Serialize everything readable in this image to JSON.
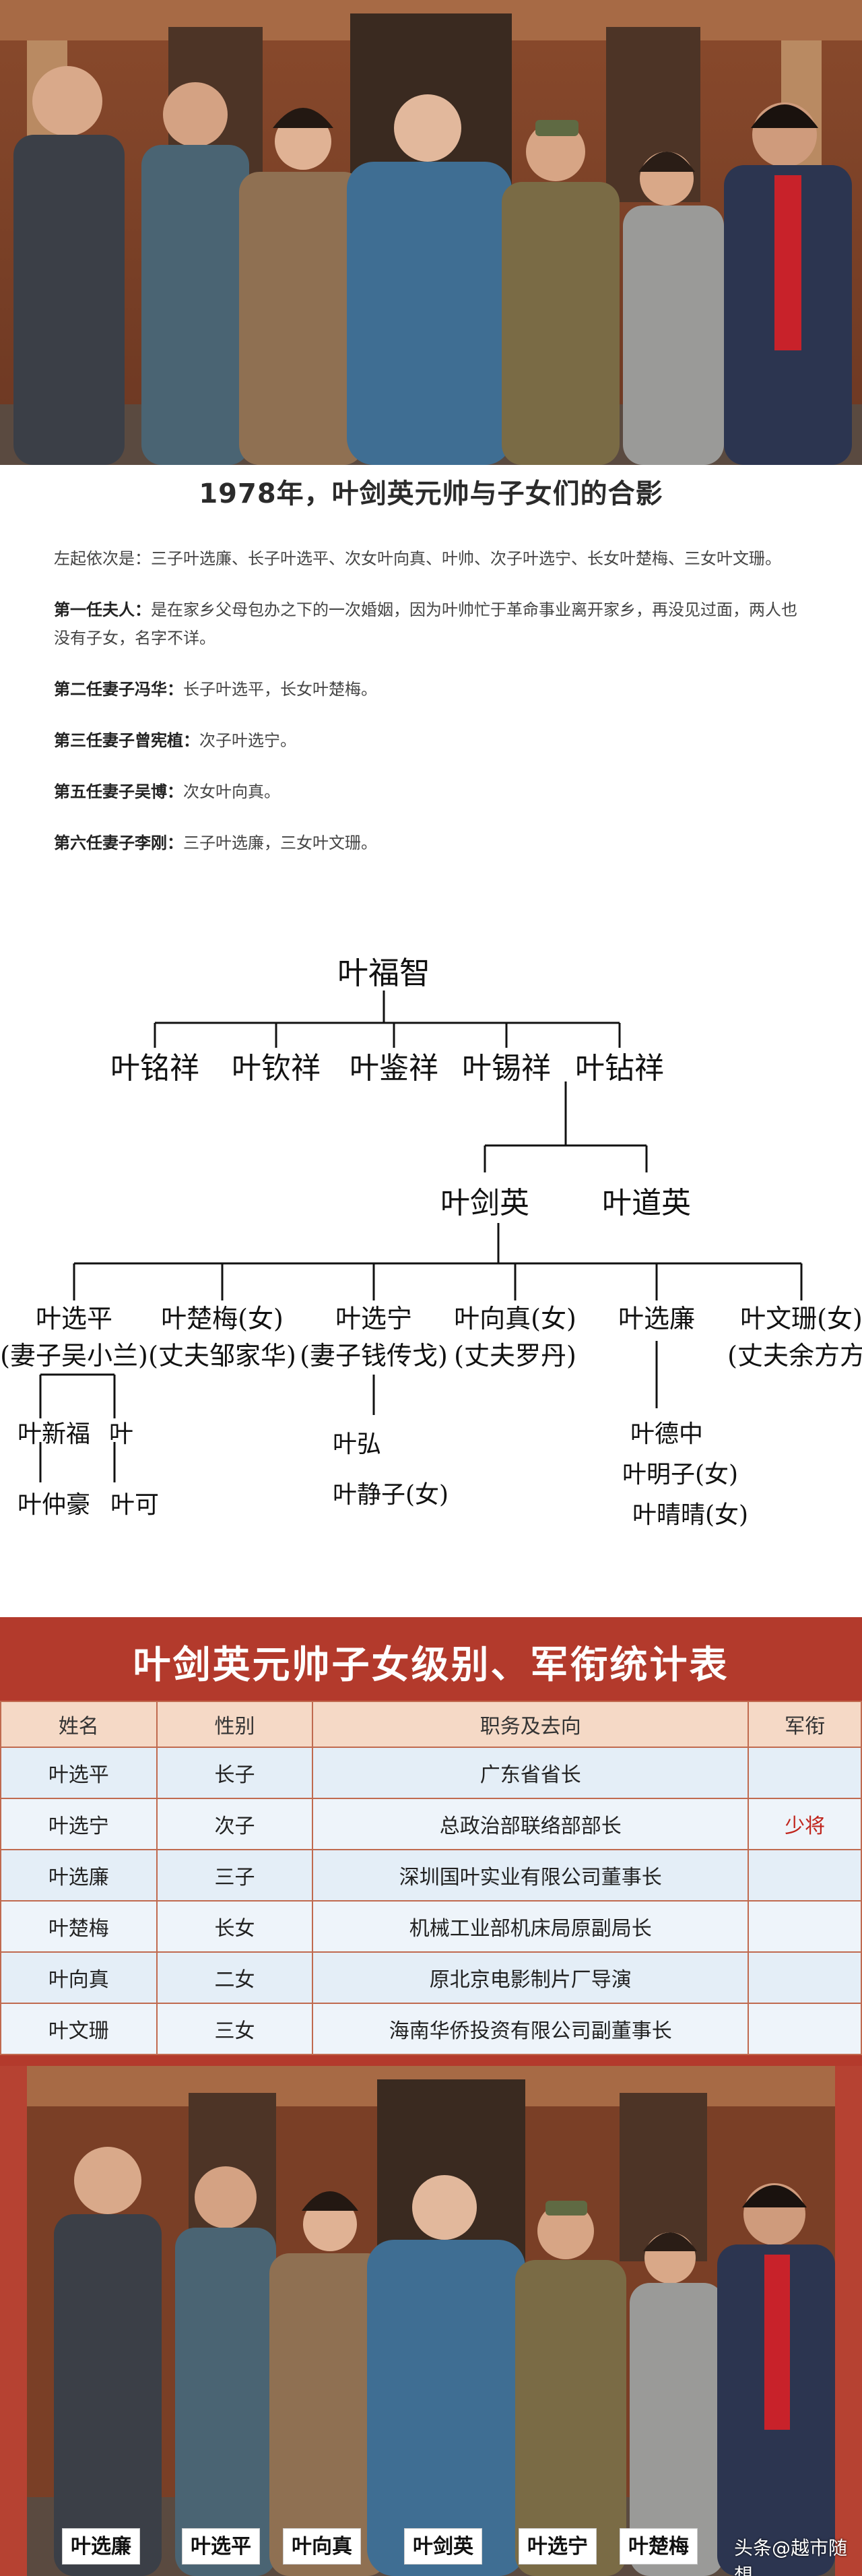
{
  "caption": {
    "title": "1978年，叶剑英元帅与子女们的合影",
    "paragraphs": [
      {
        "label": "",
        "text": "左起依次是：三子叶选廉、长子叶选平、次女叶向真、叶帅、次子叶选宁、长女叶楚梅、三女叶文珊。"
      },
      {
        "label": "第一任夫人：",
        "text": "是在家乡父母包办之下的一次婚姻，因为叶帅忙于革命事业离开家乡，再没见过面，两人也没有子女，名字不详。"
      },
      {
        "label": "第二任妻子冯华：",
        "text": "长子叶选平，长女叶楚梅。"
      },
      {
        "label": "第三任妻子曾宪植：",
        "text": "次子叶选宁。"
      },
      {
        "label": "第五任妻子吴博：",
        "text": "次女叶向真。"
      },
      {
        "label": "第六任妻子李刚：",
        "text": "三子叶选廉，三女叶文珊。"
      }
    ]
  },
  "tree": {
    "root": "叶福智",
    "gen2": [
      "叶铭祥",
      "叶钦祥",
      "叶鉴祥",
      "叶锡祥",
      "叶钻祥"
    ],
    "gen3": [
      "叶剑英",
      "叶道英"
    ],
    "gen4": [
      {
        "name": "叶选平",
        "note": "(妻子吴小兰)"
      },
      {
        "name": "叶楚梅(女)",
        "note": "(丈夫邹家华)"
      },
      {
        "name": "叶选宁",
        "note": "(妻子钱传戈)"
      },
      {
        "name": "叶向真(女)",
        "note": "(丈夫罗丹)"
      },
      {
        "name": "叶选廉",
        "note": ""
      },
      {
        "name": "叶文珊(女)",
        "note": "(丈夫余方方)"
      }
    ],
    "gen5_a": [
      "叶新福",
      "叶",
      "叶仲豪",
      "叶可"
    ],
    "gen5_b": [
      "叶弘",
      "叶静子(女)"
    ],
    "gen5_c": [
      "叶德中",
      "叶明子(女)",
      "叶晴晴(女)"
    ]
  },
  "table": {
    "title": "叶剑英元帅子女级别、军衔统计表",
    "headers": [
      "姓名",
      "性别",
      "职务及去向",
      "军衔"
    ],
    "rows": [
      [
        "叶选平",
        "长子",
        "广东省省长",
        ""
      ],
      [
        "叶选宁",
        "次子",
        "总政治部联络部部长",
        "少将"
      ],
      [
        "叶选廉",
        "三子",
        "深圳国叶实业有限公司董事长",
        ""
      ],
      [
        "叶楚梅",
        "长女",
        "机械工业部机床局原副局长",
        ""
      ],
      [
        "叶向真",
        "二女",
        "原北京电影制片厂导演",
        ""
      ],
      [
        "叶文珊",
        "三女",
        "海南华侨投资有限公司副董事长",
        ""
      ]
    ],
    "accent": "#c0241c"
  },
  "photo_labels": [
    "叶选廉",
    "叶选平",
    "叶向真",
    "叶剑英",
    "叶选宁",
    "叶楚梅"
  ],
  "watermark": "头条@越市随想"
}
